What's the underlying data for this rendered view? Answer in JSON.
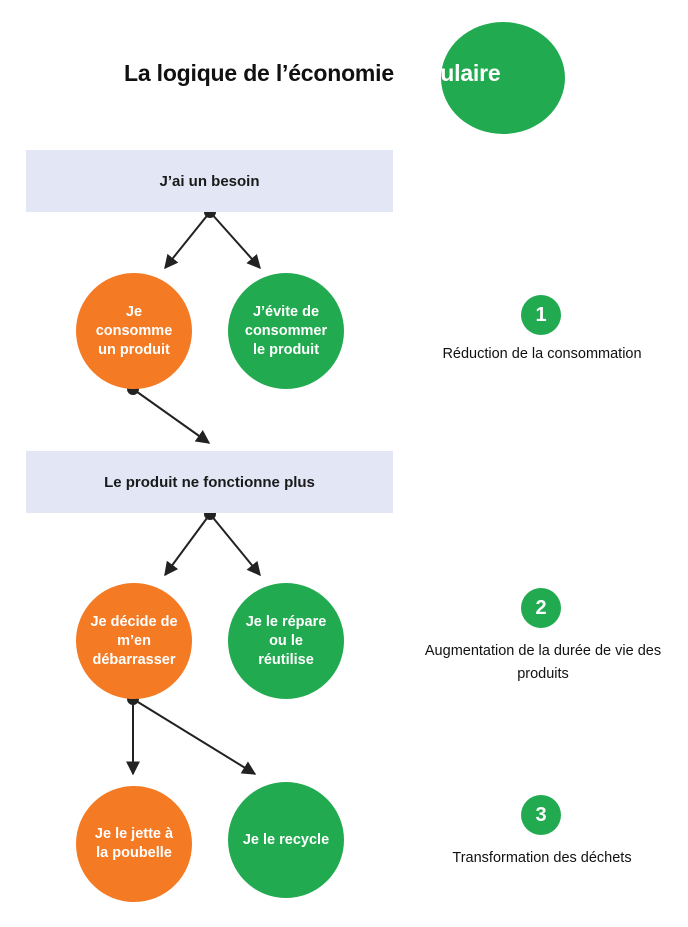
{
  "colors": {
    "accent_green": "#21aa4f",
    "accent_orange": "#f47a24",
    "band_background": "#e3e7f5"
  },
  "title": {
    "prefix": "La logique de l’économie",
    "highlight": "circulaire"
  },
  "bands": {
    "need": "J’ai un besoin",
    "broken": "Le produit ne fonctionne plus"
  },
  "nodes": {
    "consume": "Je consomme un produit",
    "avoid": "J’évite de consommer le produit",
    "dispose": "Je décide de m’en débarrasser",
    "repair": "Je le répare ou le réutilise",
    "trash": "Je le jette à la poubelle",
    "recycle": "Je le recycle"
  },
  "steps": [
    {
      "number": "1",
      "caption": "Réduction de la consommation"
    },
    {
      "number": "2",
      "caption": "Augmentation de la durée de vie des produits"
    },
    {
      "number": "3",
      "caption": "Transformation des déchets"
    }
  ]
}
